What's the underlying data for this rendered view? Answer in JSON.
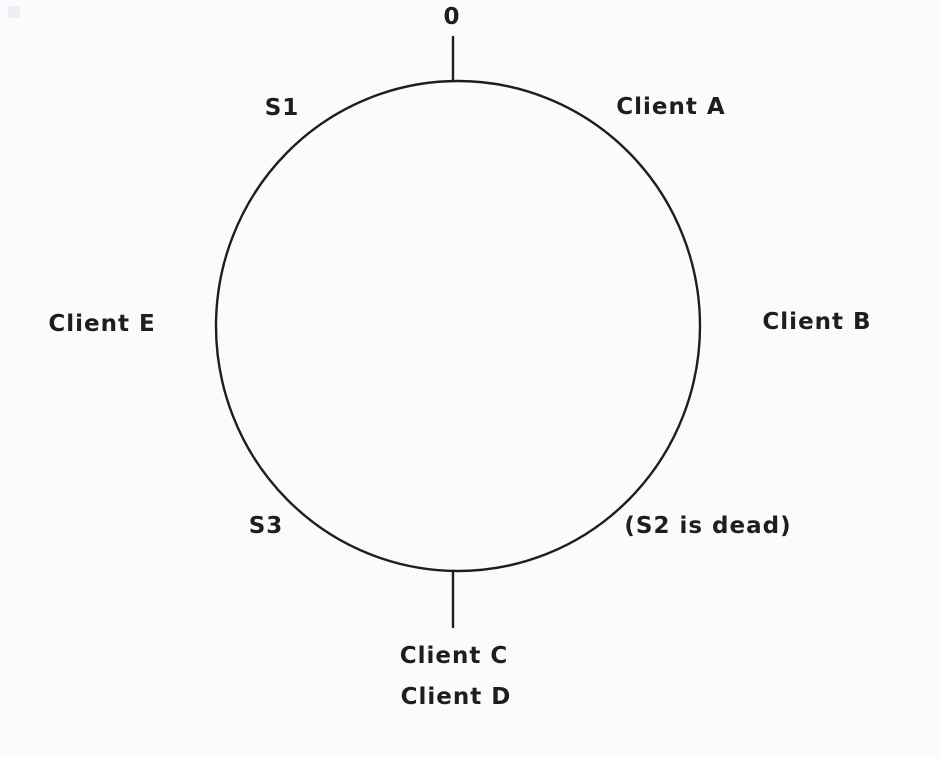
{
  "diagram": {
    "labels": {
      "zero": "0",
      "s1": "S1",
      "client_a": "Client A",
      "client_e": "Client E",
      "client_b": "Client B",
      "s3": "S3",
      "s2_dead": "(S2 is dead)",
      "client_c": "Client C",
      "client_d": "Client D"
    },
    "colors": {
      "background": "#fafbfd",
      "stroke": "#1e1e1e",
      "text": "#1e1e1e"
    }
  }
}
